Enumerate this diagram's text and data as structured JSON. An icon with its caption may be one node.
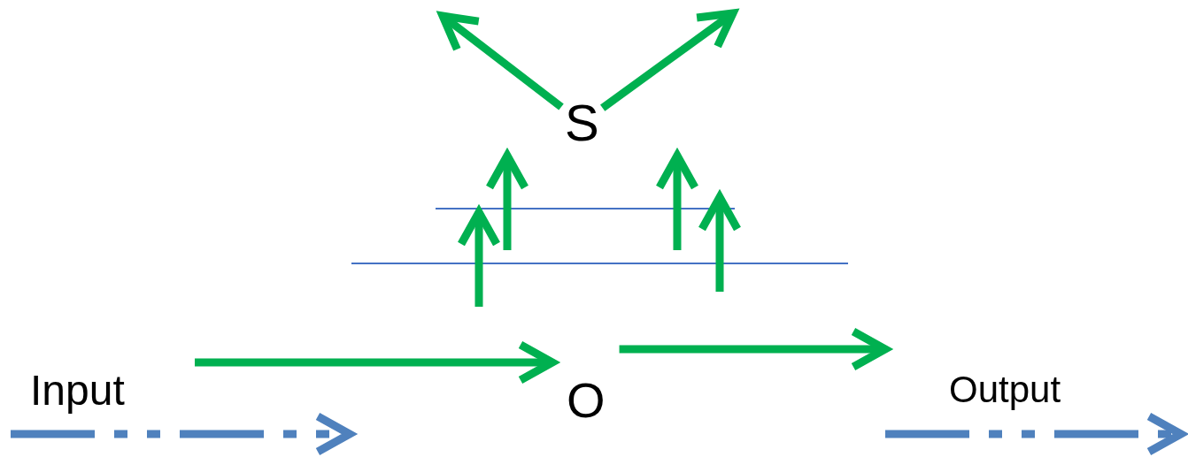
{
  "diagram": {
    "nodes": [
      {
        "text": [
          "S"
        ]
      },
      {
        "text": [
          "O"
        ]
      },
      {
        "text": [
          "Input"
        ]
      },
      {
        "text": [
          "Output"
        ]
      }
    ],
    "edges": [
      {
        "from": 0,
        "to": null,
        "arrow": "to"
      },
      {
        "from": 0,
        "to": null,
        "arrow": "to"
      },
      {
        "from": null,
        "to": 1,
        "arrow": "to"
      },
      {
        "from": 1,
        "to": 3,
        "arrow": "to"
      },
      {
        "from": 2,
        "to": null,
        "arrow": "to",
        "style": "dashed",
        "color": "#4f81bd"
      },
      {
        "from": 3,
        "to": null,
        "arrow": "to",
        "style": "dashed",
        "color": "#4f81bd"
      }
    ]
  }
}
